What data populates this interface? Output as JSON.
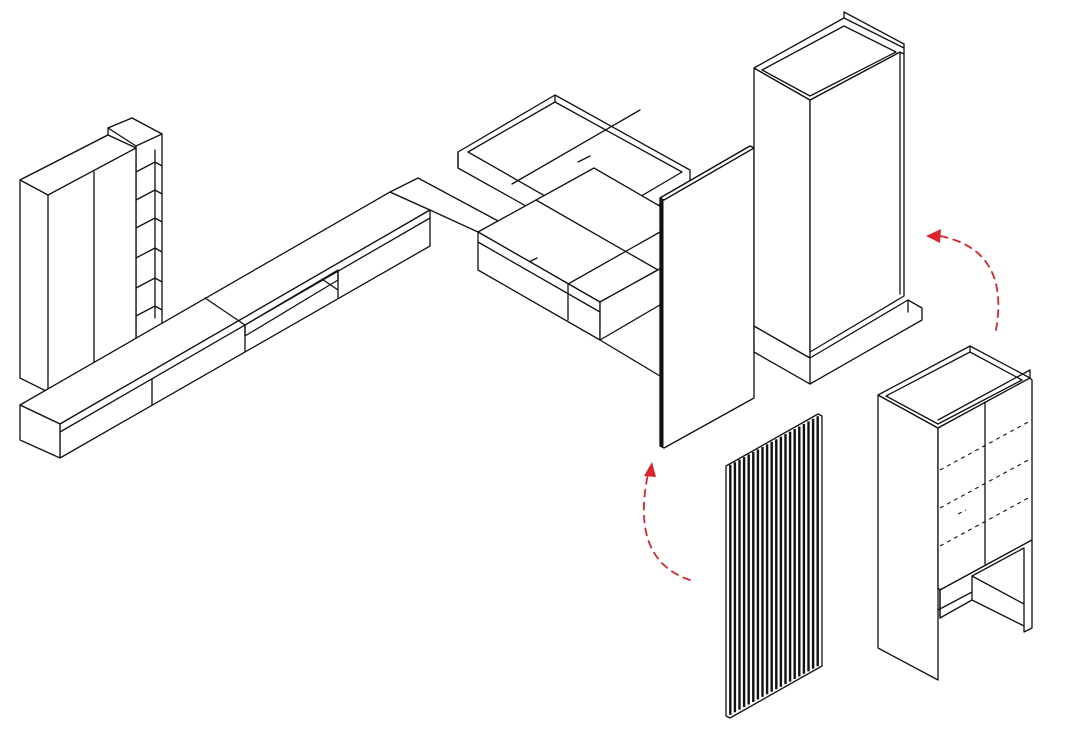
{
  "diagram": {
    "type": "isometric exploded furniture line drawing",
    "colors": {
      "line": "#111111",
      "fill": "#ffffff",
      "arrow": "#d8262b"
    },
    "components": [
      {
        "id": "tall-cabinet-with-shelves",
        "kind": "cabinet"
      },
      {
        "id": "low-tv-console",
        "kind": "cabinet"
      },
      {
        "id": "platform-bed-storage",
        "kind": "bed"
      },
      {
        "id": "hinged-wall-panel",
        "kind": "panel"
      },
      {
        "id": "tall-column-cabinet",
        "kind": "cabinet"
      },
      {
        "id": "slatted-panel",
        "kind": "panel",
        "slat_count": 20
      },
      {
        "id": "upper-storage-cabinet",
        "kind": "cabinet"
      }
    ],
    "arrows": [
      {
        "id": "arrow-left",
        "from": "slatted-panel",
        "to": "hinged-wall-panel"
      },
      {
        "id": "arrow-right",
        "from": "upper-storage-cabinet",
        "to": "tall-column-cabinet"
      }
    ]
  }
}
